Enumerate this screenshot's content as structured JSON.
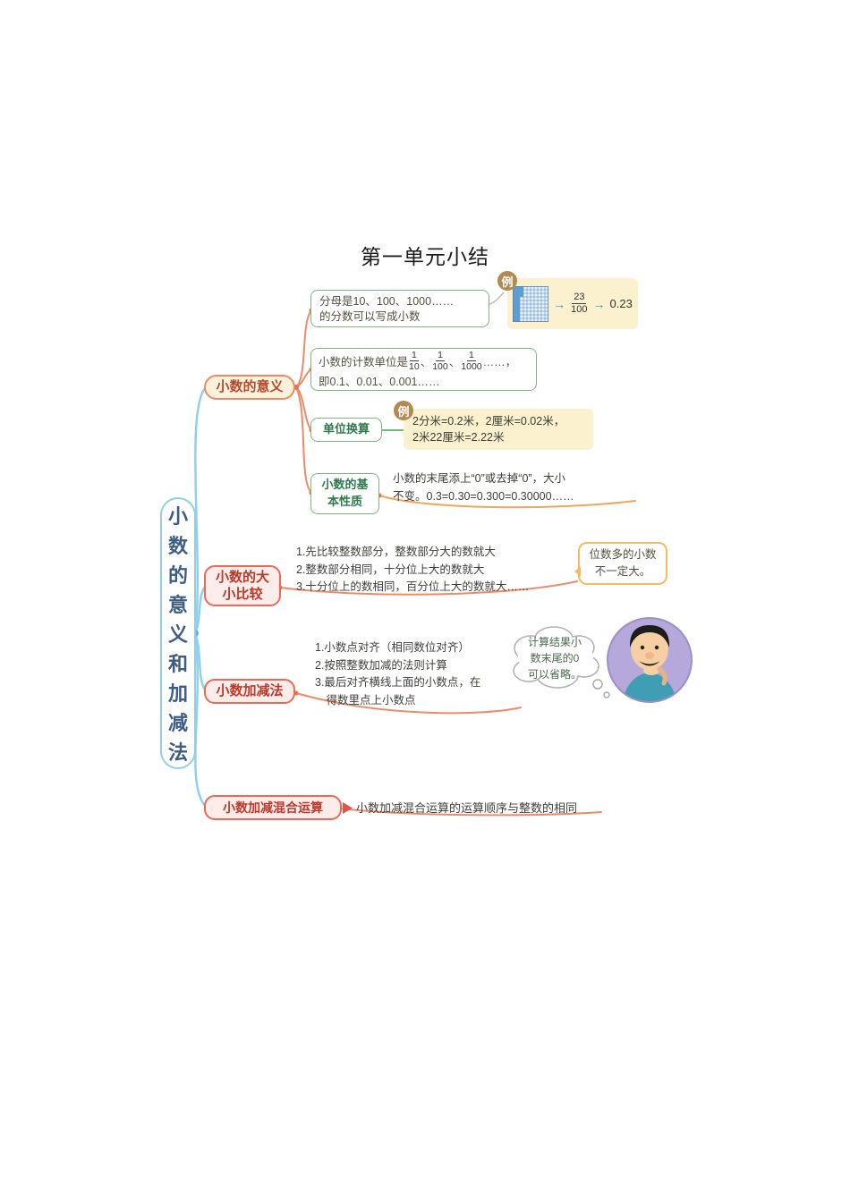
{
  "page": {
    "title": "第一单元小结"
  },
  "root": {
    "label": "小数的意义和加减法"
  },
  "branch1": {
    "label": "小数的意义",
    "item_fraction_rule": {
      "text": "分母是10、100、1000……\n的分数可以写成小数"
    },
    "example_grid": {
      "badge": "例",
      "arrow": "→",
      "fraction": {
        "num": "23",
        "den": "100"
      },
      "result": "0.23"
    },
    "item_counting_unit": {
      "prefix": "小数的计数单位是",
      "fraction1": {
        "num": "1",
        "den": "10"
      },
      "sep1": "、",
      "fraction2": {
        "num": "1",
        "den": "100"
      },
      "sep2": "、",
      "fraction3": {
        "num": "1",
        "den": "1000"
      },
      "suffix": "……，",
      "line2": "即0.1、0.01、0.001……"
    },
    "item_unit_conversion": {
      "label": "单位换算",
      "example": {
        "badge": "例",
        "text": "2分米=0.2米，2厘米=0.02米，\n2米22厘米=2.22米"
      }
    },
    "item_basic_property": {
      "label": "小数的基\n本性质",
      "desc": "小数的末尾添上“0”或去掉“0”，大小\n不变。0.3=0.30=0.300=0.30000……"
    }
  },
  "branch2": {
    "label": "小数的大\n小比较",
    "desc": "1.先比较整数部分，整数部分大的数就大\n2.整数部分相同，十分位上大的数就大\n3.十分位上的数相同，百分位上大的数就大……",
    "callout": "位数多的小数\n不一定大。"
  },
  "branch3": {
    "label": "小数加减法",
    "desc": "1.小数点对齐（相同数位对齐）\n2.按照整数加减的法则计算\n3.最后对齐横线上面的小数点，在\n　得数里点上小数点",
    "thought": "计算结果小\n数末尾的0\n可以省略。"
  },
  "branch4": {
    "label": "小数加减混合运算",
    "desc": "小数加减混合运算的运算顺序与整数的相同"
  },
  "colors": {
    "trunk_line": "#8ed1ec",
    "branch_line": "#ef8a68",
    "basic_property_line": "#f2a65a",
    "root_border": "#8fd0e8",
    "branch1_border": "#ee8a60",
    "branch1_bg": "#fcf2dc",
    "branch_red_border": "#e96a58",
    "branch_red_bg": "#fdedea",
    "green_border": "#7bb77b",
    "example_bg": "#fcf1cf",
    "badge_bg": "#b28a50",
    "callout_border": "#f3bd64",
    "cartoon_bg": "#b6a8da",
    "grid_fill": "#5b9bd5"
  }
}
